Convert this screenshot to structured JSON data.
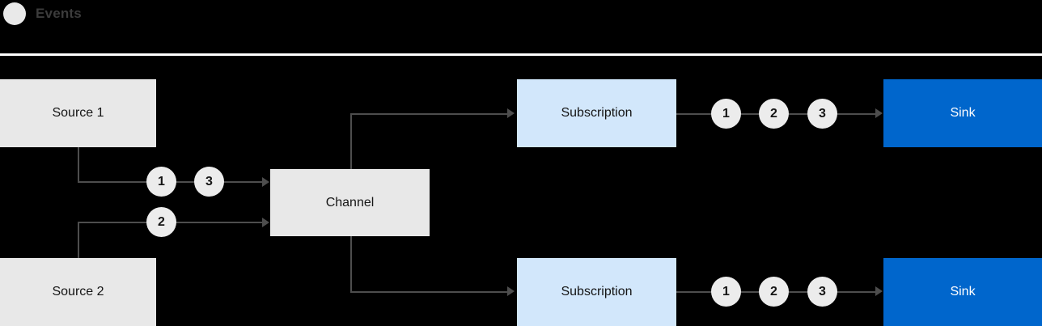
{
  "legend": {
    "label": "Events",
    "dot_color": "#e9e9e9"
  },
  "colors": {
    "background": "#000000",
    "divider": "#ffffff",
    "source_box": "#e8e8e8",
    "channel_box": "#e8e8e8",
    "subscription_box": "#d2e7fb",
    "sink_box": "#0066cc",
    "sink_text": "#ffffff",
    "badge": "#ececec",
    "connector": "#4d4d4d"
  },
  "nodes": {
    "source1": "Source 1",
    "source2": "Source 2",
    "channel": "Channel",
    "subscription1": "Subscription",
    "subscription2": "Subscription",
    "sink1": "Sink",
    "sink2": "Sink"
  },
  "badges": {
    "source1_events": [
      "1",
      "3"
    ],
    "source2_events": [
      "2"
    ],
    "subscription1_events": [
      "1",
      "2",
      "3"
    ],
    "subscription2_events": [
      "1",
      "2",
      "3"
    ]
  }
}
